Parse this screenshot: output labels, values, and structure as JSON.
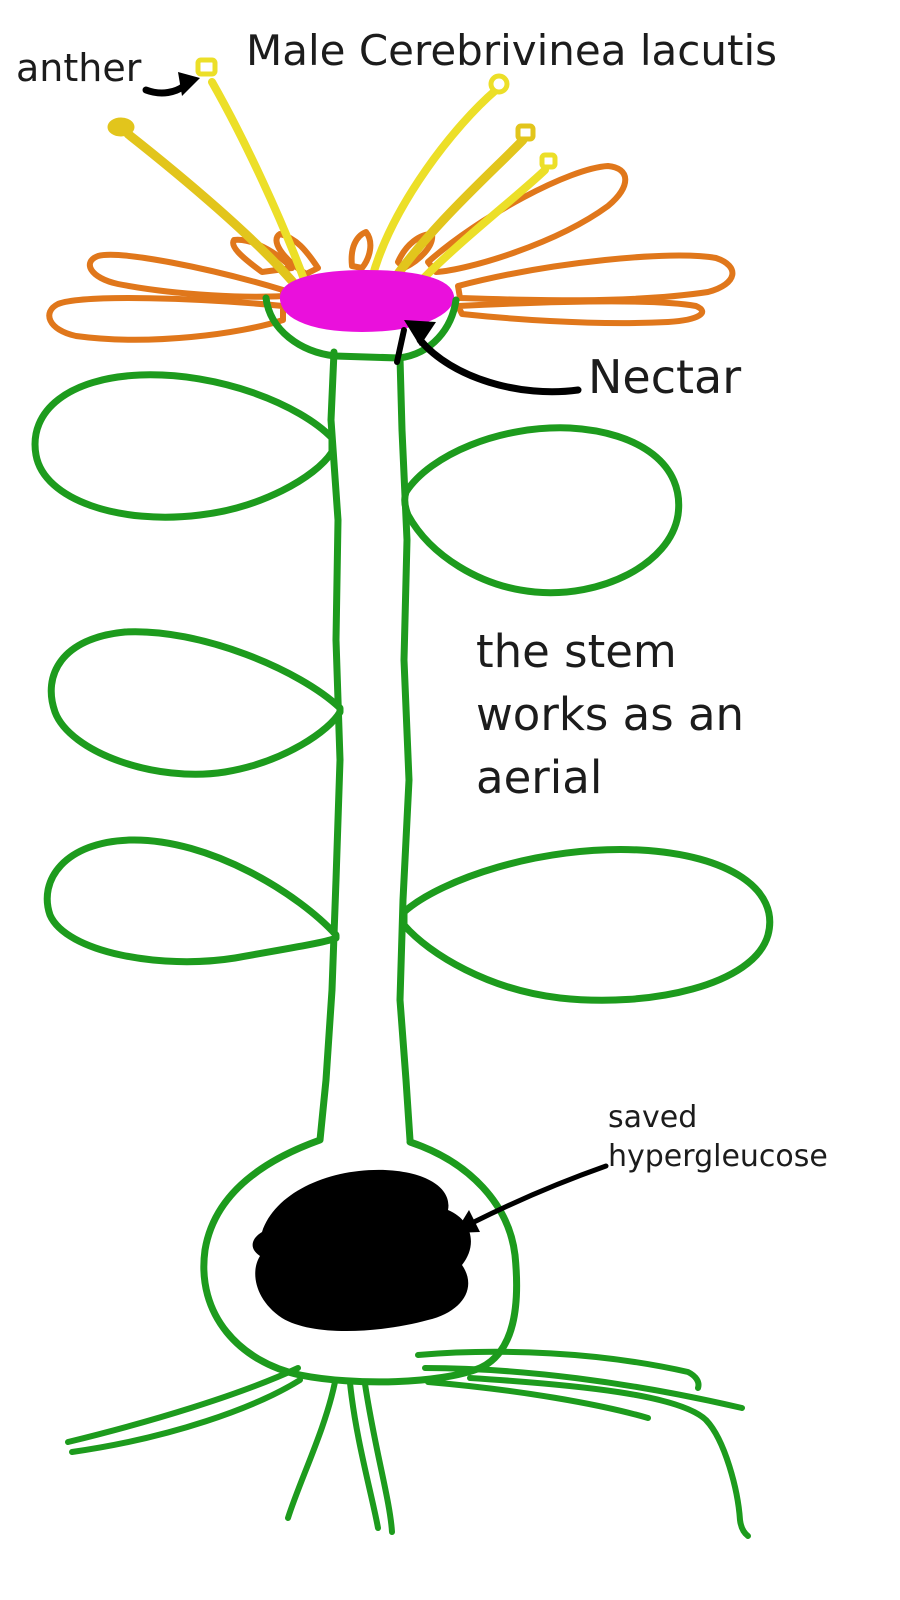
{
  "labels": {
    "title": "Male Cerebrivinea lacutis",
    "anther": "anther",
    "nectar": "Nectar",
    "stem_note": "the stem works as an aerial",
    "hypergleucose": "saved hypergleucose"
  },
  "colors": {
    "green": "#1d9b1d",
    "orange": "#e0771b",
    "yellow": "#ecdf28",
    "gold": "#e2c51c",
    "magenta": "#ea10dc",
    "ink": "#000000",
    "text": "#1c1c1c"
  }
}
